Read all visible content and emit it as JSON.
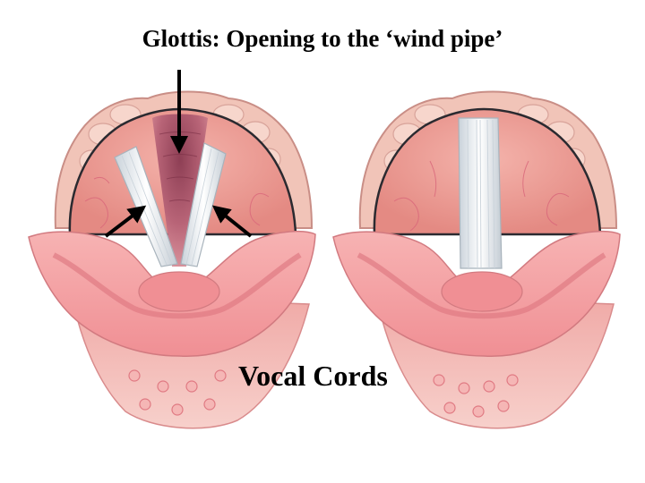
{
  "slide": {
    "title": "Glottis: Opening to the ‘wind pipe’",
    "caption": "Vocal Cords"
  },
  "colors": {
    "background": "#ffffff",
    "tissue_outer": "#f2b8b0",
    "tissue_inner": "#e9978f",
    "tongue": "#f5a3a6",
    "epiglottis": "#f08f94",
    "cartilage": "#f5cfc3",
    "airway": "#b86477",
    "vocal_cord": "#eef2f5",
    "vessel": "#d9667a",
    "outline": "#2b2a30",
    "arrow": "#000000"
  },
  "figures": [
    {
      "label": "",
      "state": "open-glottis"
    },
    {
      "label": "",
      "state": "closed-glottis"
    }
  ]
}
